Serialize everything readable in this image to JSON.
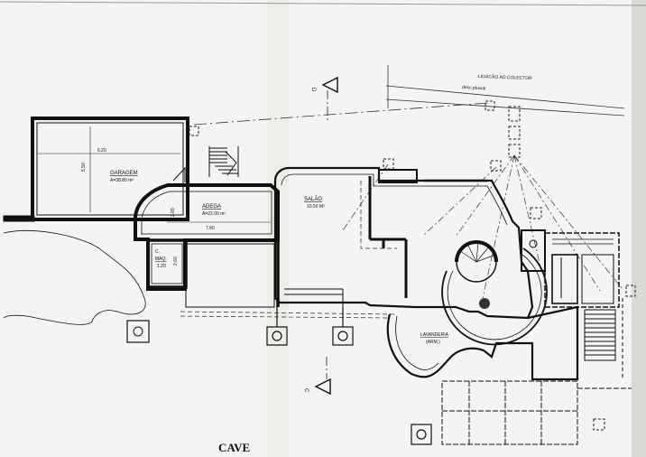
{
  "sheet": {
    "title": "CAVE",
    "section_marks": [
      "D",
      "C"
    ]
  },
  "annotations": {
    "collector": "LIGACÃO AO COLECTOR",
    "drain": "desc.pluvial"
  },
  "rooms": [
    {
      "name": "GARAGEM",
      "area": "A=38.80 m²",
      "dims": [
        "6.20",
        "5.50"
      ]
    },
    {
      "name": "ADEGA",
      "area": "A=22.00 m²",
      "dims": [
        "7.60",
        "2.65"
      ]
    },
    {
      "name": "C.",
      "sub": "MAQ.",
      "dims": [
        "2.60",
        "1.20"
      ]
    },
    {
      "name": "SALÃO",
      "area": "10.50 M²"
    },
    {
      "name": "LAVANDERIA",
      "sub": "(ARM.)"
    }
  ],
  "colors": {
    "paper": "#f4f4f2",
    "wall": "#111111",
    "line": "#222222"
  }
}
